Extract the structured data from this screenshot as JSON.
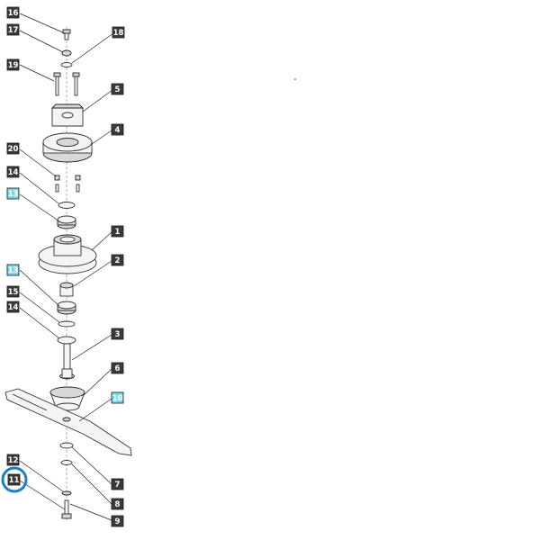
{
  "callouts": [
    {
      "id": "c16",
      "label": "16",
      "style": "dark"
    },
    {
      "id": "c17",
      "label": "17",
      "style": "dark"
    },
    {
      "id": "c18",
      "label": "18",
      "style": "dark"
    },
    {
      "id": "c19",
      "label": "19",
      "style": "dark"
    },
    {
      "id": "c5",
      "label": "5",
      "style": "dark"
    },
    {
      "id": "c4",
      "label": "4",
      "style": "dark"
    },
    {
      "id": "c20",
      "label": "20",
      "style": "dark"
    },
    {
      "id": "c14a",
      "label": "14",
      "style": "dark"
    },
    {
      "id": "c13a",
      "label": "13",
      "style": "cyan"
    },
    {
      "id": "c1",
      "label": "1",
      "style": "dark"
    },
    {
      "id": "c2",
      "label": "2",
      "style": "dark"
    },
    {
      "id": "c13b",
      "label": "13",
      "style": "cyan"
    },
    {
      "id": "c15",
      "label": "15",
      "style": "dark"
    },
    {
      "id": "c14b",
      "label": "14",
      "style": "dark"
    },
    {
      "id": "c3",
      "label": "3",
      "style": "dark"
    },
    {
      "id": "c6",
      "label": "6",
      "style": "dark"
    },
    {
      "id": "c10",
      "label": "10",
      "style": "cyan"
    },
    {
      "id": "c12",
      "label": "12",
      "style": "dark"
    },
    {
      "id": "c11",
      "label": "11",
      "style": "dark",
      "highlighted": true
    },
    {
      "id": "c7",
      "label": "7",
      "style": "dark"
    },
    {
      "id": "c8",
      "label": "8",
      "style": "dark"
    },
    {
      "id": "c9",
      "label": "9",
      "style": "dark"
    }
  ],
  "colors": {
    "callout_dark": "#3a3a3a",
    "callout_cyan": "#7fd6e6",
    "highlight_ring": "#1d7fc4"
  }
}
